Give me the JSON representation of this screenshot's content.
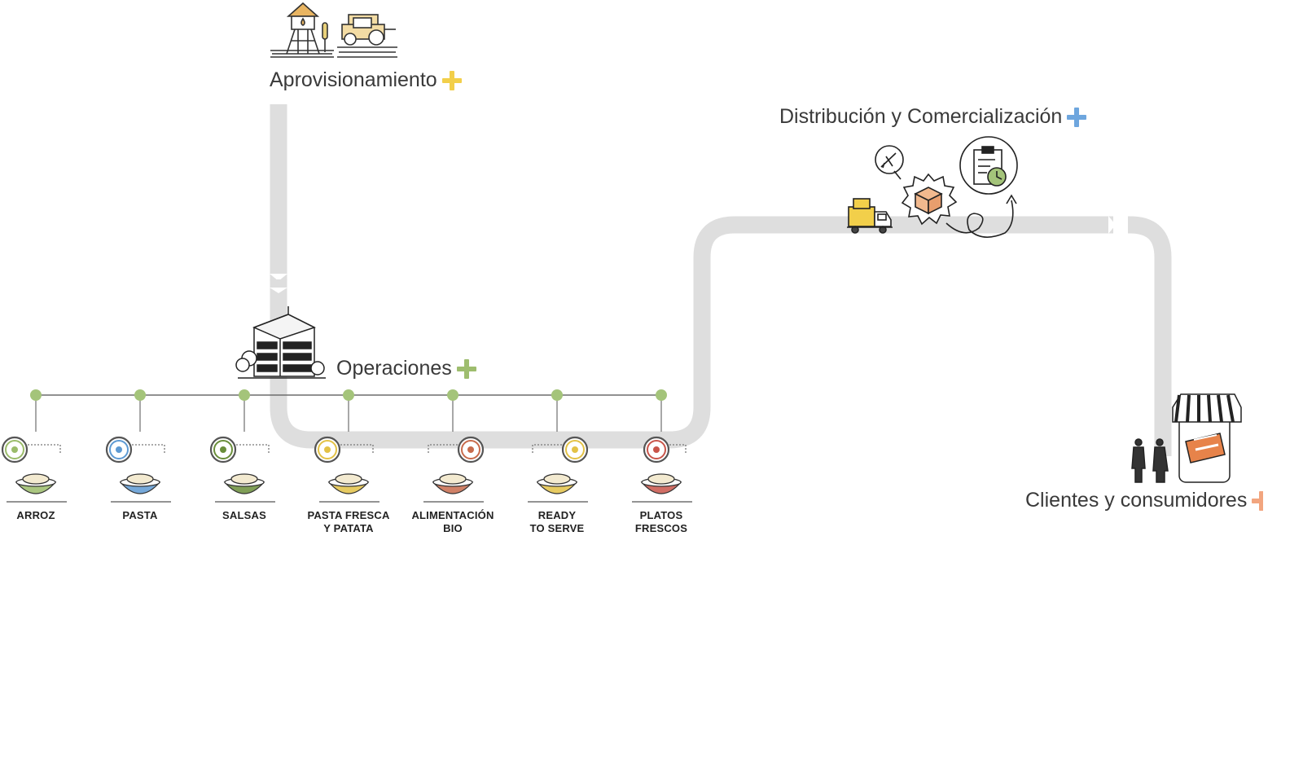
{
  "stages": {
    "aprovisionamiento": {
      "label": "Aprovisionamiento",
      "accent": "#f2cf4a",
      "icon": "farm-tower-tractor-icon"
    },
    "operaciones": {
      "label": "Operaciones",
      "accent": "#9ebd6e",
      "icon": "factory-building-icon"
    },
    "distribucion": {
      "label": "Distribución y Comercialización",
      "accent": "#6ea6de",
      "icon": "truck-box-plane-clipboard-icon"
    },
    "clientes": {
      "label": "Clientes y consumidores",
      "accent": "#f2a57f",
      "icon": "people-online-store-icon"
    }
  },
  "timeline": {
    "line_color": "#6d6d6d",
    "node_color": "#a4c47a",
    "flow_color": "#dedede"
  },
  "products": [
    {
      "line1": "ARROZ",
      "line2": "",
      "icon": "rice-bowl-icon",
      "accent": "#9bbc6a"
    },
    {
      "line1": "PASTA",
      "line2": "",
      "icon": "spaghetti-plate-icon",
      "accent": "#5e9ad3"
    },
    {
      "line1": "SALSAS",
      "line2": "",
      "icon": "sauce-jar-bowl-icon",
      "accent": "#6a8e3a"
    },
    {
      "line1": "PASTA FRESCA",
      "line2": "Y PATATA",
      "icon": "fresh-pasta-bowl-icon",
      "accent": "#e3c246"
    },
    {
      "line1": "ALIMENTACIÓN",
      "line2": "BIO",
      "icon": "bio-bowl-icon",
      "accent": "#c86b4c"
    },
    {
      "line1": "READY",
      "line2": "TO SERVE",
      "icon": "ready-cup-icon",
      "accent": "#e3c246"
    },
    {
      "line1": "PLATOS",
      "line2": "FRESCOS",
      "icon": "fresh-dish-icon",
      "accent": "#c9554a"
    }
  ]
}
